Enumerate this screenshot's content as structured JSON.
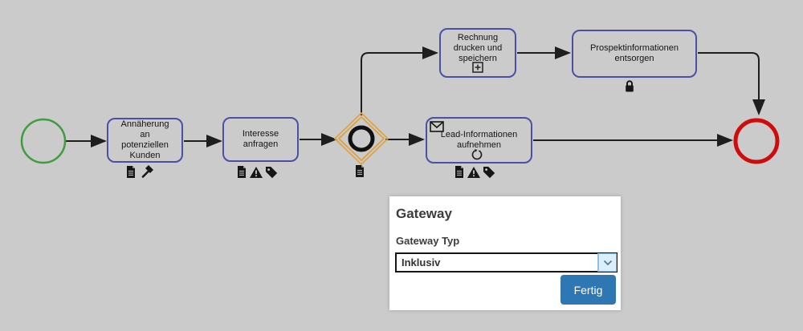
{
  "diagram": {
    "start_event": {
      "kind": "start-event",
      "color": "#3f9c3f"
    },
    "end_event": {
      "kind": "end-event",
      "color": "#cf0b0b"
    },
    "tasks": [
      {
        "label": "Annäherung\nan\npotenziellen\nKunden",
        "badges": [
          "file-icon",
          "gavel-icon"
        ]
      },
      {
        "label": "Interesse\nanfragen",
        "badges": [
          "file-icon",
          "warning-icon",
          "tag-icon"
        ]
      },
      {
        "label": "Rechnung\ndrucken und\nspeichern",
        "markers": [
          "subprocess-plus-marker"
        ]
      },
      {
        "label": "Prospektinformationen\nentsorgen",
        "badges": [
          "lock-icon"
        ]
      },
      {
        "label": "Lead-Informationen\naufnehmen",
        "markers": [
          "message-envelope-icon",
          "loop-marker"
        ],
        "badges": [
          "file-icon",
          "warning-icon",
          "tag-icon"
        ]
      }
    ],
    "gateway": {
      "symbol": "inclusive-circle",
      "selected": true,
      "selection_color": "#e0a23e",
      "badges": [
        "file-icon"
      ]
    },
    "task_border_color": "#4a51a5",
    "connector_color": "#1e1e1e"
  },
  "panel": {
    "title": "Gateway",
    "field_label": "Gateway Typ",
    "select_value": "Inklusiv",
    "done_label": "Fertig",
    "button_color": "#2f77b3"
  }
}
